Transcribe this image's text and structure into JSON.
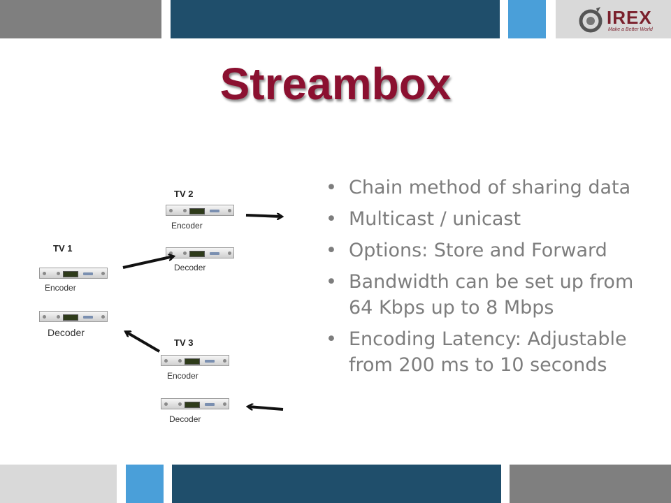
{
  "header": {
    "colors": [
      "#7f7f7f",
      "#1f4e6b",
      "#4a9fd9",
      "#d9d9d9"
    ]
  },
  "logo": {
    "text": "IREX",
    "tagline": "Make a Better World"
  },
  "title": "Streambox",
  "bullets": [
    "Chain method of sharing data",
    "Multicast / unicast",
    "Options: Store and Forward",
    "Bandwidth can be set up from 64 Kbps up to 8 Mbps",
    "Encoding Latency: Adjustable from 200 ms to 10 seconds"
  ],
  "diagram": {
    "tv1": {
      "label": "TV 1",
      "encoder": "Encoder",
      "decoder": "Decoder"
    },
    "tv2": {
      "label": "TV 2",
      "encoder": "Encoder",
      "decoder": "Decoder"
    },
    "tv3": {
      "label": "TV 3",
      "encoder": "Encoder",
      "decoder": "Decoder"
    }
  }
}
